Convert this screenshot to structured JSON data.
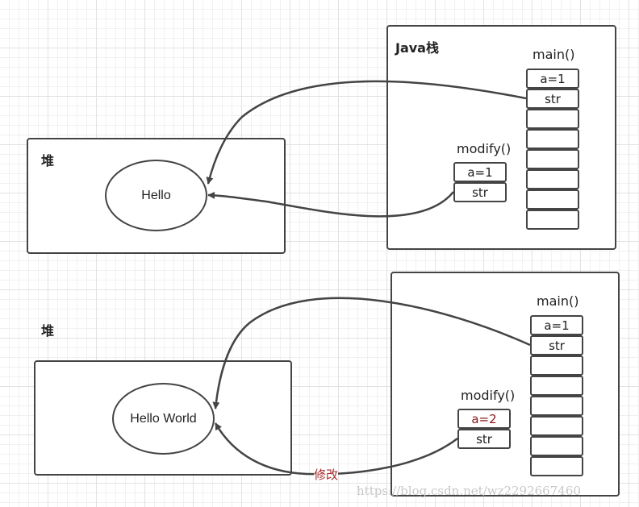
{
  "top": {
    "stack_label": "Java栈",
    "heap_label": "堆",
    "heap_object": "Hello",
    "main_label": "main()",
    "main_cells": [
      "a=1",
      "str",
      "",
      "",
      "",
      "",
      "",
      ""
    ],
    "modify_label": "modify()",
    "modify_cells": [
      "a=1",
      "str"
    ]
  },
  "bottom": {
    "heap_label": "堆",
    "heap_object": "Hello World",
    "main_label": "main()",
    "main_cells": [
      "a=1",
      "str",
      "",
      "",
      "",
      "",
      "",
      ""
    ],
    "modify_label": "modify()",
    "modify_cells": [
      "a=2",
      "str"
    ],
    "edit_note": "修改"
  },
  "watermark": "https://blog.csdn.net/wz2292667460"
}
